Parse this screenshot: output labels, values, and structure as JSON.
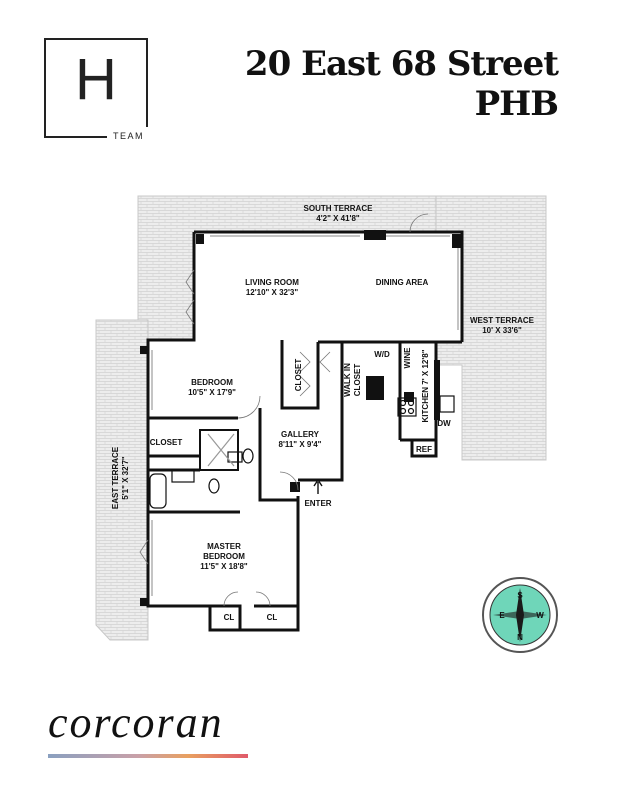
{
  "logo": {
    "letter": "H",
    "sub": "TEAM"
  },
  "title": {
    "line1": "20 East 68 Street",
    "line2": "PHB"
  },
  "rooms": {
    "south_terrace": {
      "name": "SOUTH TERRACE",
      "dims": "4'2\" X 41'8\""
    },
    "living_room": {
      "name": "LIVING ROOM",
      "dims": "12'10\" X 32'3\""
    },
    "dining_area": {
      "name": "DINING AREA"
    },
    "west_terrace": {
      "name": "WEST TERRACE",
      "dims": "10' X 33'6\""
    },
    "east_terrace": {
      "name": "EAST TERRACE",
      "dims": "5'1\" X 32'7\""
    },
    "bedroom": {
      "name": "BEDROOM",
      "dims": "10'5\" X 17'9\""
    },
    "closet_vertical": {
      "name": "CLOSET"
    },
    "walk_in_closet": {
      "line1": "WALK IN",
      "line2": "CLOSET"
    },
    "wd": {
      "name": "W/D"
    },
    "wine": {
      "name": "WINE"
    },
    "kitchen": {
      "name": "KITCHEN 7' X 12'8\""
    },
    "dw": {
      "name": "DW"
    },
    "ref": {
      "name": "REF"
    },
    "closet_bedroom": {
      "name": "CLOSET"
    },
    "gallery": {
      "name": "GALLERY",
      "dims": "8'11\" X 9'4\""
    },
    "enter": {
      "name": "ENTER"
    },
    "master_bedroom": {
      "line1": "MASTER",
      "line2": "BEDROOM",
      "dims": "11'5\" X 18'8\""
    },
    "cl1": {
      "name": "CL"
    },
    "cl2": {
      "name": "CL"
    }
  },
  "compass": {
    "n": "N",
    "s": "S",
    "e": "E",
    "w": "W"
  },
  "brand": {
    "name": "corcoran"
  },
  "colors": {
    "wall": "#111111",
    "terrace": "#ececec",
    "compass": "#6fd6b9"
  }
}
